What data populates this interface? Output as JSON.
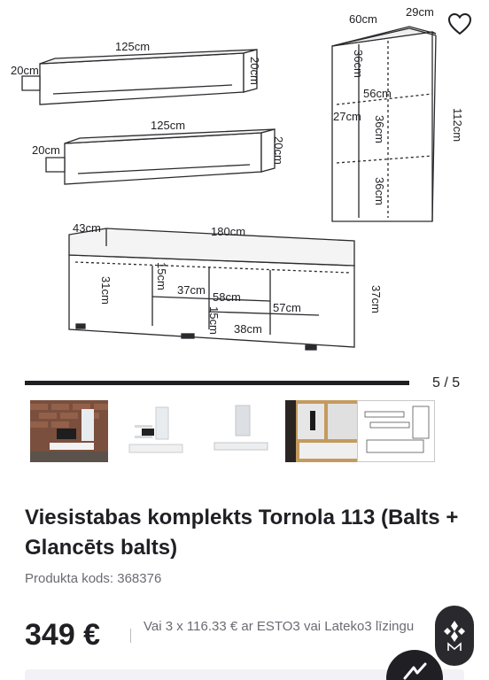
{
  "gallery": {
    "counter": "5 / 5",
    "progress": 1.0,
    "dimensions": {
      "shelf_top_length": "125cm",
      "shelf_top_depth": "20cm",
      "shelf_top_height": "20cm",
      "shelf_bottom_length": "125cm",
      "shelf_bottom_depth": "20cm",
      "shelf_bottom_height": "20cm",
      "cabinet_width": "60cm",
      "cabinet_depth": "29cm",
      "cabinet_height": "112cm",
      "cabinet_shelf_1": "36cm",
      "cabinet_shelf_2": "36cm",
      "cabinet_shelf_3": "36cm",
      "cabinet_inner_width": "56cm",
      "cabinet_inner_depth": "27cm",
      "tv_length": "180cm",
      "tv_depth": "43cm",
      "tv_height": "37cm",
      "tv_inner_height": "31cm",
      "tv_drawer_height_top": "15cm",
      "tv_drawer_height_bottom": "15cm",
      "tv_inner_37": "37cm",
      "tv_inner_58": "58cm",
      "tv_inner_57": "57cm",
      "tv_inner_38": "38cm"
    },
    "thumbnails": [
      {
        "name": "room-photo"
      },
      {
        "name": "set-front"
      },
      {
        "name": "set-side"
      },
      {
        "name": "detail-closeup"
      },
      {
        "name": "dimension-drawing"
      }
    ],
    "active_index": 4
  },
  "product": {
    "title": "Viesistabas komplekts Tornola 113 (Balts + Glancēts balts)",
    "sku_label": "Produkta kods:",
    "sku_value": "368376",
    "price": "349 €",
    "installment": "Vai 3 x 116.33 € ar ESTO3 vai Lateko3 līzingu"
  },
  "colors": {
    "accent": "#1f1f24",
    "muted": "#6b6b72",
    "badge_bg": "#2a2a2e"
  },
  "icons": {
    "favorite": "heart-icon",
    "badge": "brand-seal-icon",
    "chat": "chat-icon"
  }
}
